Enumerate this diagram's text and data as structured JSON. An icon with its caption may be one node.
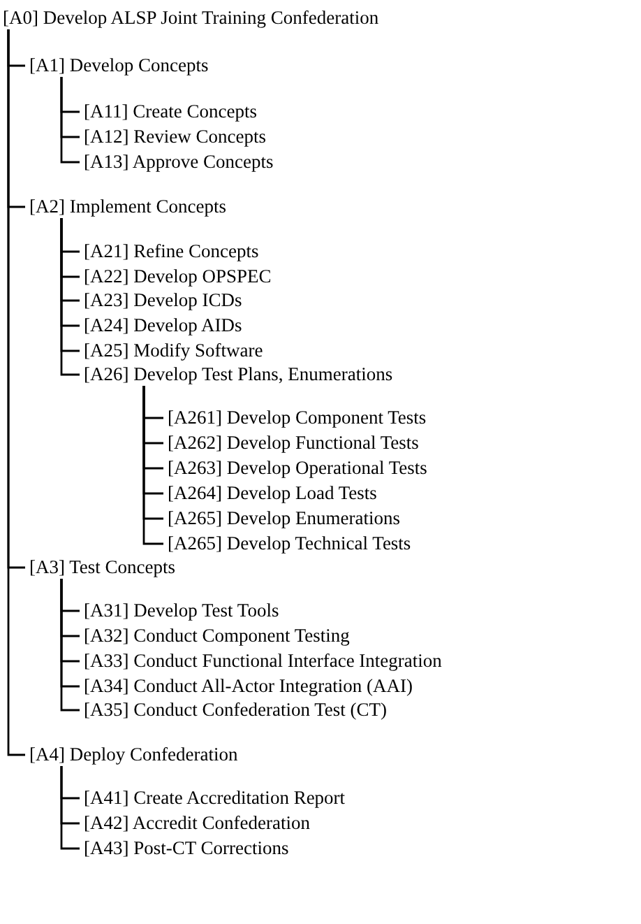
{
  "diagram": {
    "nodes": [
      {
        "text": [
          "[A0] Develop ALSP Joint Training Confederation"
        ]
      },
      {
        "text": [
          "[A1] Develop Concepts"
        ]
      },
      {
        "text": [
          "[A11] Create Concepts"
        ]
      },
      {
        "text": [
          "[A12] Review Concepts"
        ]
      },
      {
        "text": [
          "[A13] Approve Concepts"
        ]
      },
      {
        "text": [
          "[A2] Implement Concepts"
        ]
      },
      {
        "text": [
          "[A21] Refine Concepts"
        ]
      },
      {
        "text": [
          "[A22] Develop OPSPEC"
        ]
      },
      {
        "text": [
          "[A23] Develop ICDs"
        ]
      },
      {
        "text": [
          "[A24] Develop AIDs"
        ]
      },
      {
        "text": [
          "[A25] Modify Software"
        ]
      },
      {
        "text": [
          "[A26] Develop Test Plans, Enumerations"
        ]
      },
      {
        "text": [
          "[A261] Develop Component Tests"
        ]
      },
      {
        "text": [
          "[A262] Develop Functional Tests"
        ]
      },
      {
        "text": [
          "[A263] Develop Operational Tests"
        ]
      },
      {
        "text": [
          "[A264] Develop Load Tests"
        ]
      },
      {
        "text": [
          "[A265] Develop Enumerations"
        ]
      },
      {
        "text": [
          "[A265] Develop Technical Tests"
        ]
      },
      {
        "text": [
          "[A3] Test Concepts"
        ]
      },
      {
        "text": [
          "[A31] Develop Test Tools"
        ]
      },
      {
        "text": [
          "[A32] Conduct Component Testing"
        ]
      },
      {
        "text": [
          "[A33] Conduct Functional Interface Integration"
        ]
      },
      {
        "text": [
          "[A34] Conduct All-Actor Integration (AAI)"
        ]
      },
      {
        "text": [
          "[A35] Conduct Confederation Test (CT)"
        ]
      },
      {
        "text": [
          "[A4] Deploy Confederation"
        ]
      },
      {
        "text": [
          "[A41] Create Accreditation Report"
        ]
      },
      {
        "text": [
          "[A42] Accredit Confederation"
        ]
      },
      {
        "text": [
          "[A43] Post-CT Corrections"
        ]
      }
    ],
    "edges": [
      {
        "from": 0,
        "to": 1,
        "arrow": "none"
      },
      {
        "from": 1,
        "to": 2,
        "arrow": "none"
      },
      {
        "from": 1,
        "to": 3,
        "arrow": "none"
      },
      {
        "from": 1,
        "to": 4,
        "arrow": "none"
      },
      {
        "from": 0,
        "to": 5,
        "arrow": "none"
      },
      {
        "from": 5,
        "to": 6,
        "arrow": "none"
      },
      {
        "from": 5,
        "to": 7,
        "arrow": "none"
      },
      {
        "from": 5,
        "to": 8,
        "arrow": "none"
      },
      {
        "from": 5,
        "to": 9,
        "arrow": "none"
      },
      {
        "from": 5,
        "to": 10,
        "arrow": "none"
      },
      {
        "from": 5,
        "to": 11,
        "arrow": "none"
      },
      {
        "from": 11,
        "to": 12,
        "arrow": "none"
      },
      {
        "from": 11,
        "to": 13,
        "arrow": "none"
      },
      {
        "from": 11,
        "to": 14,
        "arrow": "none"
      },
      {
        "from": 11,
        "to": 15,
        "arrow": "none"
      },
      {
        "from": 11,
        "to": 16,
        "arrow": "none"
      },
      {
        "from": 11,
        "to": 17,
        "arrow": "none"
      },
      {
        "from": 0,
        "to": 18,
        "arrow": "none"
      },
      {
        "from": 18,
        "to": 19,
        "arrow": "none"
      },
      {
        "from": 18,
        "to": 20,
        "arrow": "none"
      },
      {
        "from": 18,
        "to": 21,
        "arrow": "none"
      },
      {
        "from": 18,
        "to": 22,
        "arrow": "none"
      },
      {
        "from": 18,
        "to": 23,
        "arrow": "none"
      },
      {
        "from": 0,
        "to": 24,
        "arrow": "none"
      },
      {
        "from": 24,
        "to": 25,
        "arrow": "none"
      },
      {
        "from": 24,
        "to": 26,
        "arrow": "none"
      },
      {
        "from": 24,
        "to": 27,
        "arrow": "none"
      }
    ]
  }
}
